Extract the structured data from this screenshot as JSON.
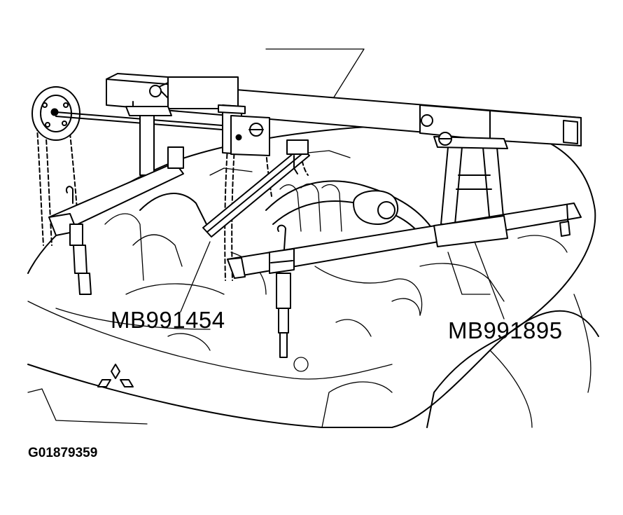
{
  "labels": {
    "tool_left": "MB991454",
    "tool_right": "MB991895",
    "figure_id": "G01879359"
  },
  "colors": {
    "line": "#000000",
    "background": "#ffffff"
  }
}
